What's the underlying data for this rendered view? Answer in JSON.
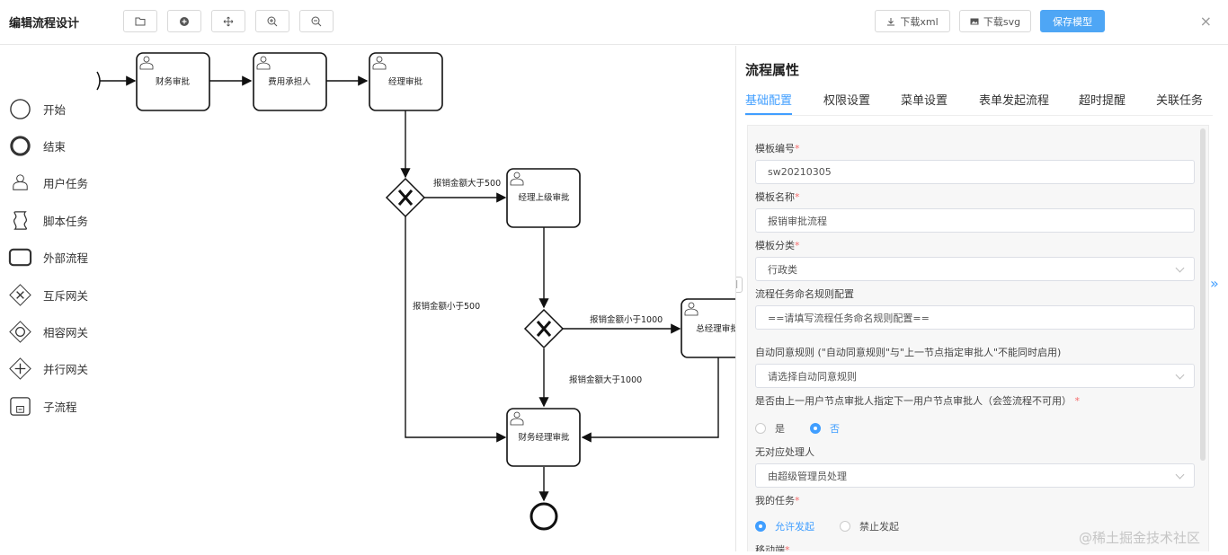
{
  "header": {
    "title": "编辑流程设计",
    "download_xml": "下载xml",
    "download_svg": "下载svg",
    "save": "保存模型",
    "close": "×"
  },
  "palette": [
    {
      "label": "开始",
      "icon": "start-event-icon"
    },
    {
      "label": "结束",
      "icon": "end-event-icon"
    },
    {
      "label": "用户任务",
      "icon": "user-task-icon"
    },
    {
      "label": "脚本任务",
      "icon": "script-task-icon"
    },
    {
      "label": "外部流程",
      "icon": "external-process-icon"
    },
    {
      "label": "互斥网关",
      "icon": "exclusive-gateway-icon"
    },
    {
      "label": "相容网关",
      "icon": "inclusive-gateway-icon"
    },
    {
      "label": "并行网关",
      "icon": "parallel-gateway-icon"
    },
    {
      "label": "子流程",
      "icon": "subprocess-icon"
    }
  ],
  "diagram": {
    "nodes": {
      "finance": "财务审批",
      "expense": "费用承担人",
      "manager": "经理审批",
      "superior": "经理上级审批",
      "general": "总经理审批",
      "finance_manager": "财务经理审批"
    },
    "edges": {
      "gt500": "报销金额大于500",
      "lt500": "报销金额小于500",
      "lt1000": "报销金额小于1000",
      "gt1000": "报销金额大于1000"
    }
  },
  "panel": {
    "title": "流程属性",
    "tabs": [
      "基础配置",
      "权限设置",
      "菜单设置",
      "表单发起流程",
      "超时提醒",
      "关联任务"
    ],
    "fields": {
      "template_code_label": "模板编号",
      "template_code_value": "sw20210305",
      "template_name_label": "模板名称",
      "template_name_value": "报销审批流程",
      "template_category_label": "模板分类",
      "template_category_value": "行政类",
      "naming_rule_label": "流程任务命名规则配置",
      "naming_rule_placeholder": "==请填写流程任务命名规则配置==",
      "auto_agree_label": "自动同意规则 (\"自动同意规则\"与\"上一节点指定审批人\"不能同时启用)",
      "auto_agree_placeholder": "请选择自动同意规则",
      "prev_assign_label": "是否由上一用户节点审批人指定下一用户节点审批人（会签流程不可用）",
      "prev_assign_yes": "是",
      "prev_assign_no": "否",
      "no_handler_label": "无对应处理人",
      "no_handler_value": "由超级管理员处理",
      "my_task_label": "我的任务",
      "my_task_allow": "允许发起",
      "my_task_forbid": "禁止发起",
      "mobile_label": "移动端"
    }
  },
  "watermark": "@稀土掘金技术社区",
  "colors": {
    "accent": "#409eff",
    "primary_button": "#4ea6f5",
    "required": "#f56c6c"
  }
}
